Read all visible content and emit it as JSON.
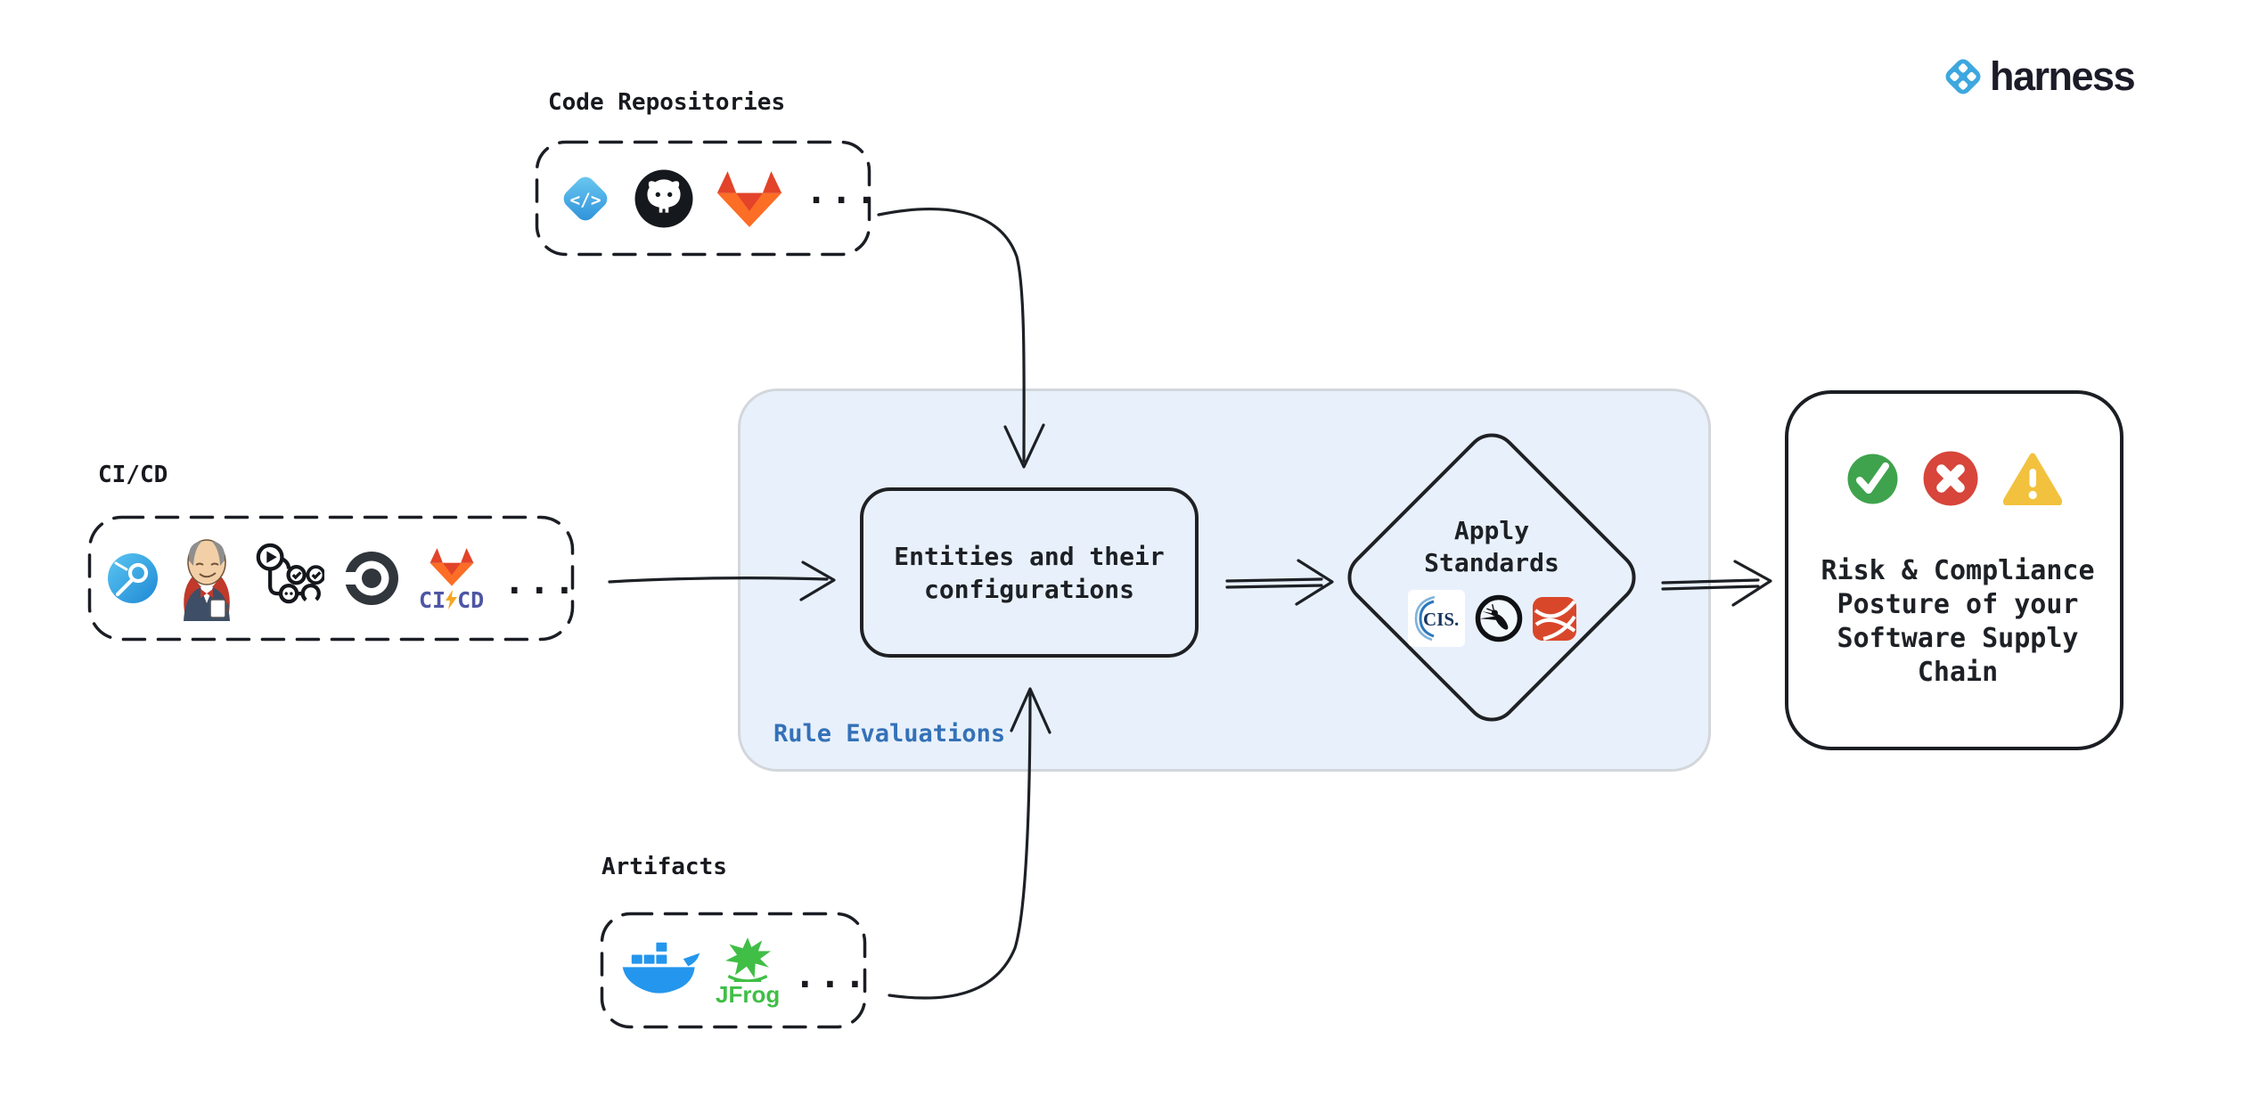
{
  "brand": {
    "name": "harness"
  },
  "sources": {
    "code_repositories": {
      "label": "Code Repositories",
      "icons": [
        "harness-code",
        "github",
        "gitlab"
      ],
      "code_glyph": "</>",
      "more": "..."
    },
    "cicd": {
      "label": "CI/CD",
      "icons": [
        "harness-ci",
        "jenkins",
        "github-actions",
        "circleci",
        "gitlab-cicd"
      ],
      "gitlab_ci": "CI",
      "gitlab_cd": "CD",
      "more": "..."
    },
    "artifacts": {
      "label": "Artifacts",
      "icons": [
        "docker",
        "jfrog"
      ],
      "jfrog_label": "JFrog",
      "more": "..."
    }
  },
  "evaluation": {
    "label": "Rule Evaluations",
    "entities_box": "Entities and their configurations",
    "diamond": {
      "label": "Apply Standards",
      "cis_text": "CIS.",
      "standards_icons": [
        "cis-benchmark",
        "owasp",
        "red-ribbon-standard"
      ]
    }
  },
  "result": {
    "text": "Risk & Compliance Posture of your Software Supply Chain",
    "status_icons": [
      "check-circle",
      "x-circle",
      "warning-triangle"
    ]
  },
  "colors": {
    "container_fill": "#E8F1FB",
    "rule_label": "#3471B8",
    "harness_blue": "#3DA7DF",
    "success": "#3FA34D",
    "error": "#D7453B",
    "warning": "#F2C23E",
    "docker_blue": "#2496ED",
    "jfrog_green": "#40BE46",
    "gitlab_orange": "#FC6D26",
    "ink": "#1D2025"
  }
}
